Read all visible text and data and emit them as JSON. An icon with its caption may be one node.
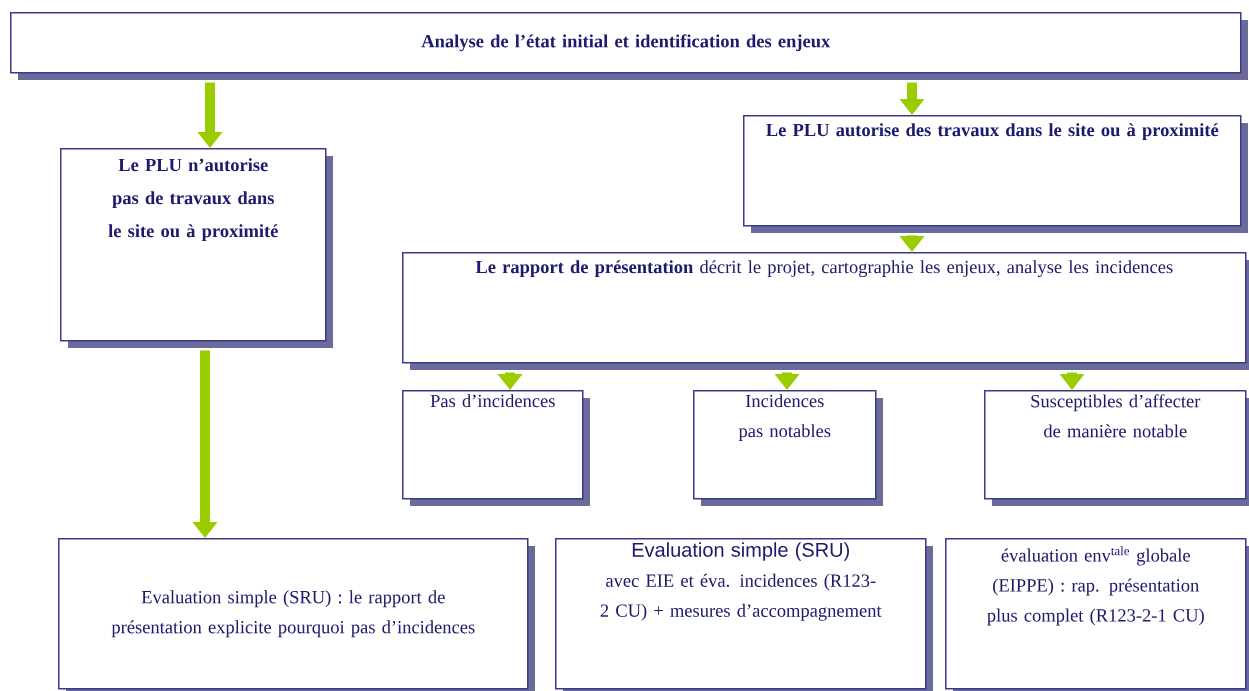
{
  "diagram": {
    "nodes": [
      {
        "text": [
          "Analyse de l’état initial et identification des enjeux"
        ]
      },
      {
        "text": [
          "Le PLU n’autorise pas de travaux dans le site ou à proximité"
        ]
      },
      {
        "text": [
          "Le PLU autorise des travaux dans le site ou à proximité"
        ]
      },
      {
        "text": [
          "**Le rapport de présentation** décrit le projet, cartographie les enjeux, analyse les incidences"
        ]
      },
      {
        "text": [
          "Pas d’incidences"
        ]
      },
      {
        "text": [
          "Incidences pas notables"
        ]
      },
      {
        "text": [
          "Susceptibles d’affecter de manière notable"
        ]
      },
      {
        "text": [
          "Evaluation simple (SRU) : le rapport de présentation explicite pourquoi pas d’incidences"
        ]
      },
      {
        "text": [
          "Evaluation simple (SRU)",
          "avec EIE et éva. incidences (R123-2 CU) + mesures d’accompagnement"
        ]
      },
      {
        "text": [
          "évaluation env$^{tale}$ globale (EIPPE) : rap. présentation plus complet (R123-2-1 CU)"
        ]
      }
    ],
    "edges": [
      {
        "from": 0,
        "to": 1,
        "arrow": "to"
      },
      {
        "from": 0,
        "to": 2,
        "arrow": "to"
      },
      {
        "from": 2,
        "to": 3,
        "arrow": "to"
      },
      {
        "from": 3,
        "to": 4,
        "arrow": "to"
      },
      {
        "from": 3,
        "to": 5,
        "arrow": "to"
      },
      {
        "from": 3,
        "to": 6,
        "arrow": "to"
      },
      {
        "from": 1,
        "to": 7,
        "arrow": "to"
      }
    ]
  }
}
